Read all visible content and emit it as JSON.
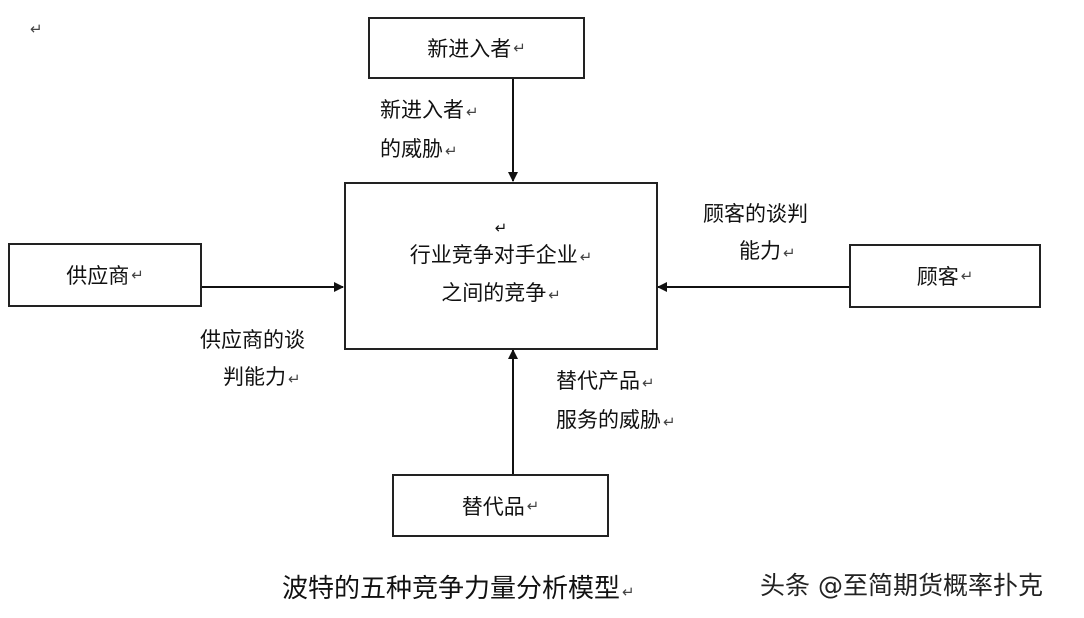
{
  "nodes": {
    "new_entrants": "新进入者",
    "suppliers": "供应商",
    "customers": "顾客",
    "substitutes": "替代品",
    "center_line1": "行业竞争对手企业",
    "center_line2": "之间的竞争"
  },
  "edge_labels": {
    "entrants_line1": "新进入者",
    "entrants_line2": "的威胁",
    "suppliers_line1": "供应商的谈",
    "suppliers_line2": "判能力",
    "customers_line1": "顾客的谈判",
    "customers_line2": "能力",
    "substitutes_line1": "替代产品",
    "substitutes_line2": "服务的威胁"
  },
  "caption": "波特的五种竞争力量分析模型",
  "watermark": "头条 @至简期货概率扑克",
  "return_mark": "↵"
}
